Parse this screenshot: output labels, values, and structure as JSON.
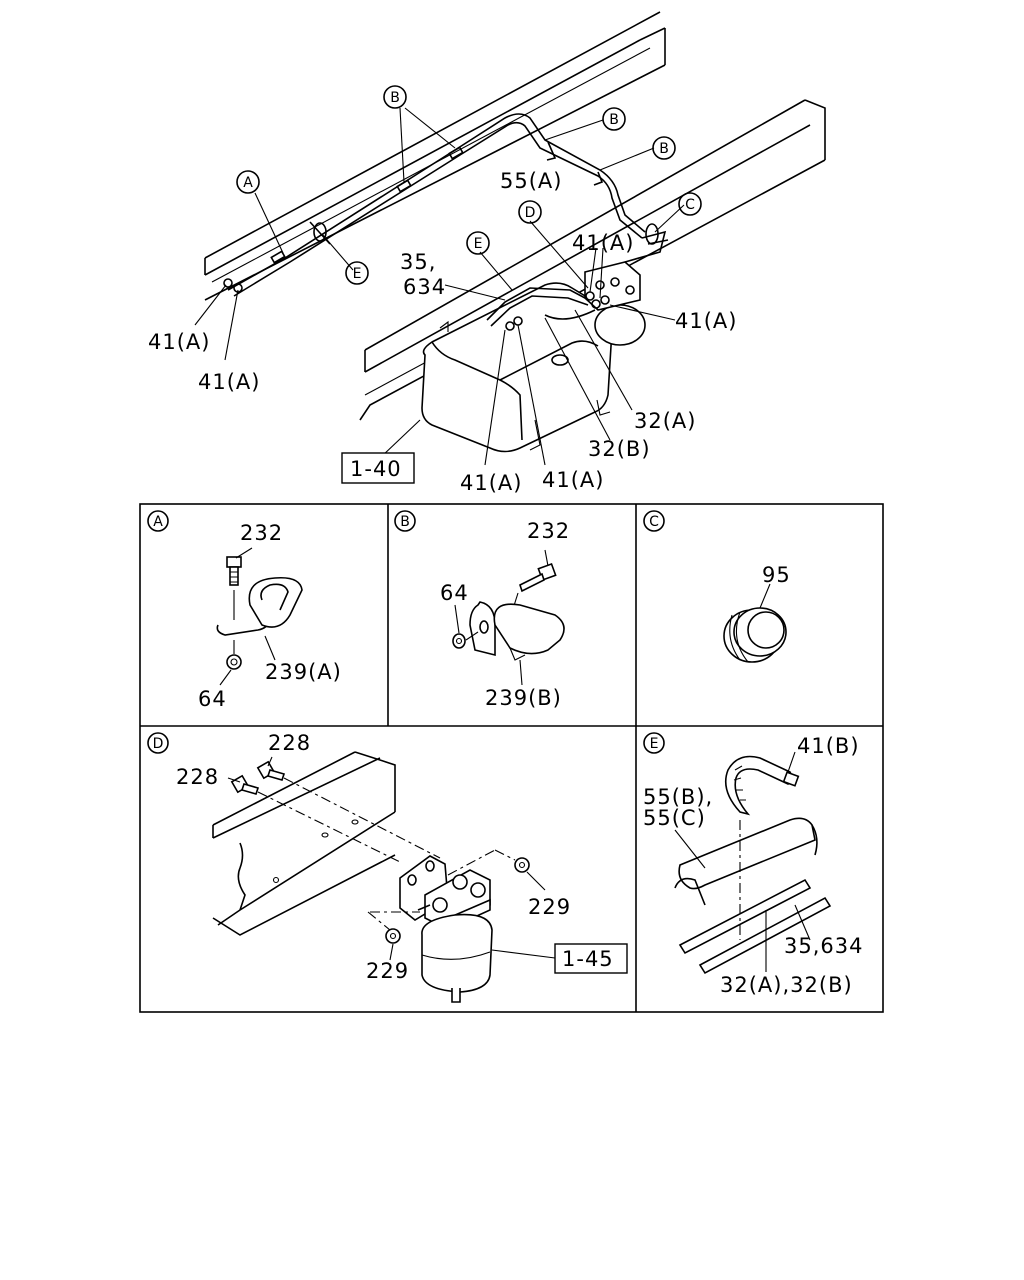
{
  "callouts": {
    "A": "A",
    "B": "B",
    "C": "C",
    "D": "D",
    "E": "E"
  },
  "main": {
    "labels": {
      "p41a_1": "41(A)",
      "p41a_2": "41(A)",
      "p41a_3": "41(A)",
      "p41a_4": "41(A)",
      "p41a_5": "41(A)",
      "p41a_6": "41(A)",
      "p55a": "55(A)",
      "p35": "35,",
      "p634": "634",
      "p32a": "32(A)",
      "p32b": "32(B)"
    },
    "ref_box": "1-40"
  },
  "detail_a": {
    "letter": "A",
    "labels": {
      "p232": "232",
      "p239a": "239(A)",
      "p64": "64"
    }
  },
  "detail_b": {
    "letter": "B",
    "labels": {
      "p232": "232",
      "p64": "64",
      "p239b": "239(B)"
    }
  },
  "detail_c": {
    "letter": "C",
    "labels": {
      "p95": "95"
    }
  },
  "detail_d": {
    "letter": "D",
    "labels": {
      "p228a": "228",
      "p228b": "228",
      "p229a": "229",
      "p229b": "229"
    },
    "ref_box": "1-45"
  },
  "detail_e": {
    "letter": "E",
    "labels": {
      "p41b": "41(B)",
      "p55b": "55(B),",
      "p55c": "55(C)",
      "p35_634": "35,634",
      "p32": "32(A),32(B)"
    }
  }
}
